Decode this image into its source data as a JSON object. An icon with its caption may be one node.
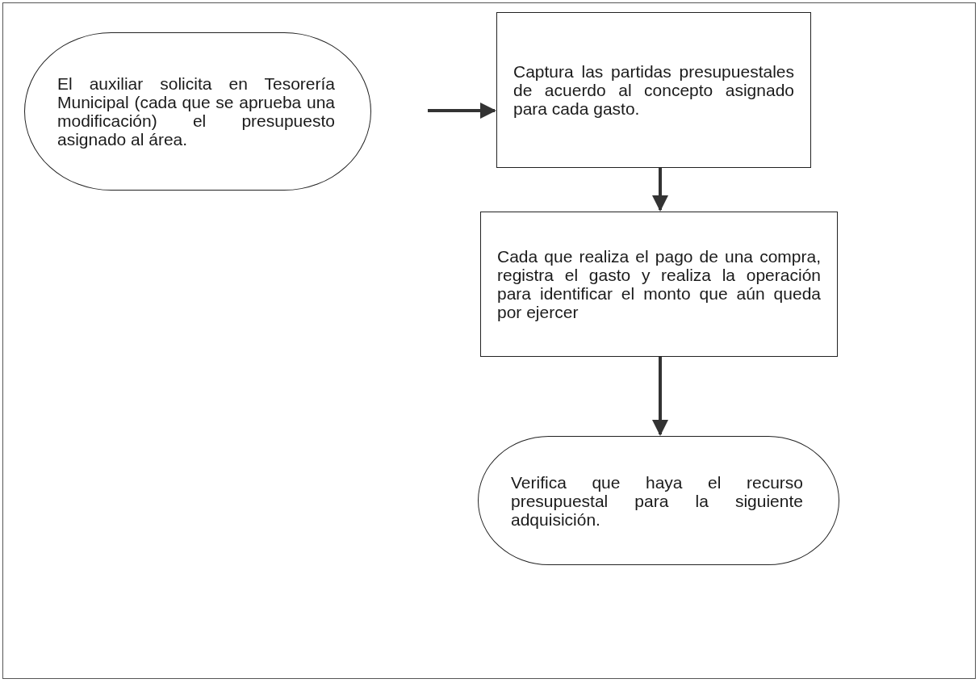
{
  "diagram": {
    "nodes": [
      {
        "text": [
          "El auxiliar solicita en Tesorería Municipal (cada que se aprueba una modificación) el presupuesto asignado al área."
        ]
      },
      {
        "text": [
          "Captura las partidas presupuestales de acuerdo al concepto asignado para cada gasto."
        ]
      },
      {
        "text": [
          "Cada que realiza el pago de una compra, registra el gasto y realiza la operación para identificar el monto que aún queda por ejercer"
        ]
      },
      {
        "text": [
          "Verifica que haya el recurso presupuestal para la siguiente adquisición."
        ]
      }
    ],
    "edges": [
      {
        "from": 0,
        "to": 1,
        "arrow": "to"
      },
      {
        "from": 1,
        "to": 2,
        "arrow": "to"
      },
      {
        "from": 2,
        "to": 3,
        "arrow": "to"
      }
    ]
  }
}
